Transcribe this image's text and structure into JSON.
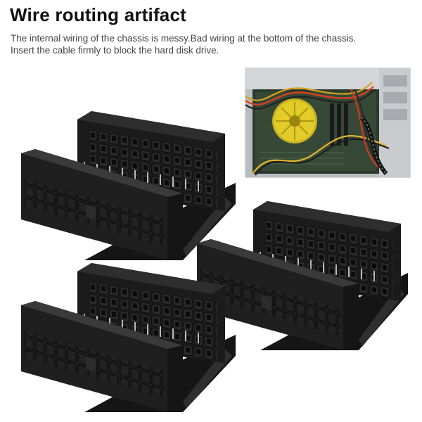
{
  "header": {
    "title": "Wire routing artifact",
    "description_lines": [
      "The internal wiring of the chassis is messy.Bad wiring at the bottom of the chassis.",
      "Insert the cable firmly to block the hard disk drive."
    ]
  },
  "images": {
    "chassis_photo": "pc-chassis-messy-wiring-photo",
    "connectors": [
      "24pin-right-angle-adapter",
      "24pin-right-angle-adapter",
      "24pin-right-angle-adapter"
    ]
  },
  "colors": {
    "connector_body": "#1c1c1c",
    "connector_highlight": "#3a3a3a",
    "pin_metal": "#b8b8b8",
    "title": "#111111",
    "text": "#444444"
  }
}
